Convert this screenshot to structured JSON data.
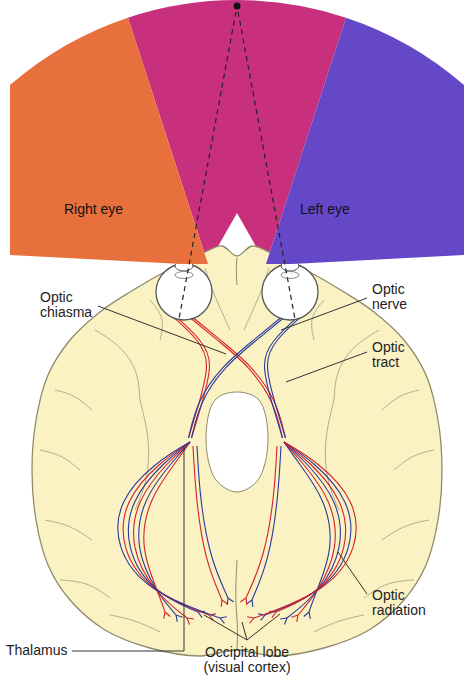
{
  "diagram": {
    "nodes": [
      {
        "text": [
          "Right eye"
        ]
      },
      {
        "text": [
          "Left eye"
        ]
      }
    ],
    "labels": [
      "Optic chiasma",
      "Optic nerve",
      "Optic tract",
      "Thalamus",
      "Optic radiation",
      "Occipital lobe (visual cortex)"
    ]
  }
}
